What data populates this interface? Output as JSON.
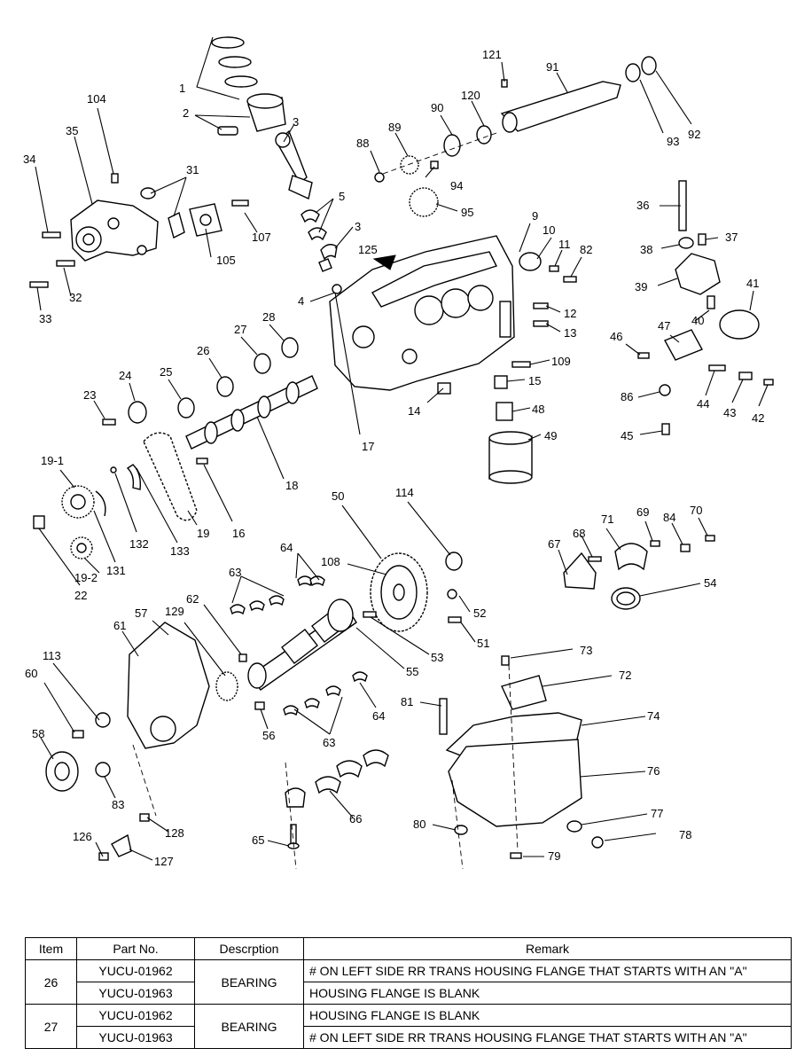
{
  "callouts": [
    "1",
    "2",
    "3",
    "104",
    "35",
    "34",
    "31",
    "107",
    "105",
    "32",
    "33",
    "5",
    "3",
    "4",
    "125",
    "121",
    "91",
    "120",
    "90",
    "89",
    "88",
    "94",
    "95",
    "93",
    "92",
    "9",
    "10",
    "11",
    "82",
    "12",
    "13",
    "109",
    "15",
    "14",
    "17",
    "36",
    "37",
    "38",
    "39",
    "40",
    "41",
    "47",
    "46",
    "44",
    "43",
    "42",
    "86",
    "45",
    "28",
    "27",
    "26",
    "25",
    "24",
    "23",
    "19-1",
    "132",
    "133",
    "19",
    "16",
    "18",
    "48",
    "49",
    "50",
    "114",
    "108",
    "52",
    "51",
    "53",
    "55",
    "64",
    "63",
    "62",
    "22",
    "131",
    "19-2",
    "67",
    "68",
    "71",
    "69",
    "84",
    "70",
    "54",
    "57",
    "129",
    "61",
    "113",
    "60",
    "58",
    "56",
    "64",
    "63",
    "83",
    "126",
    "128",
    "127",
    "73",
    "72",
    "81",
    "74",
    "76",
    "80",
    "77",
    "78",
    "79",
    "66",
    "65"
  ],
  "table": {
    "headers": [
      "Item",
      "Part No.",
      "Descrption",
      "Remark"
    ],
    "rows": [
      {
        "item": "26",
        "parts": [
          "YUCU-01962",
          "YUCU-01963"
        ],
        "description": "BEARING",
        "remarks": [
          "# ON LEFT SIDE RR TRANS HOUSING FLANGE THAT STARTS WITH AN \"A\"",
          "HOUSING FLANGE IS BLANK"
        ]
      },
      {
        "item": "27",
        "parts": [
          "YUCU-01962",
          "YUCU-01963"
        ],
        "description": "BEARING",
        "remarks": [
          "HOUSING FLANGE IS BLANK",
          "# ON LEFT SIDE RR TRANS HOUSING FLANGE THAT STARTS WITH AN \"A\""
        ]
      }
    ]
  }
}
